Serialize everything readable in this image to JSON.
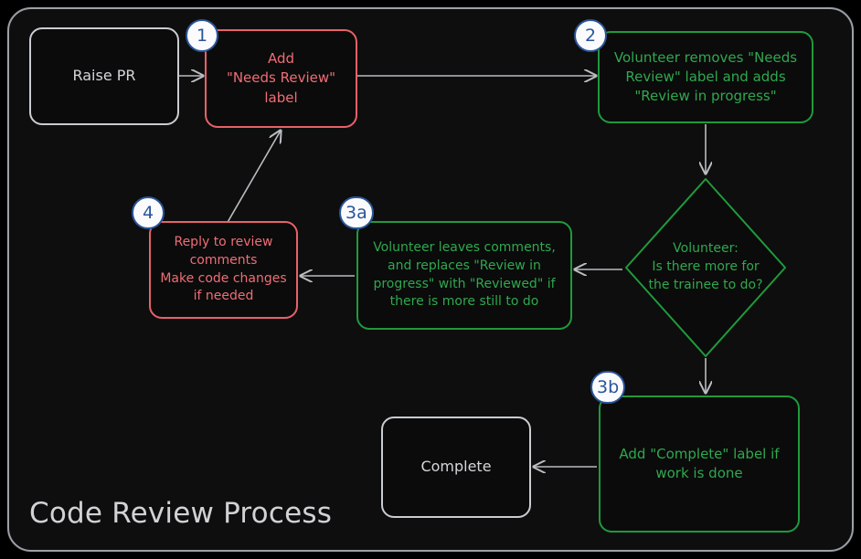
{
  "diagram": {
    "title": "Code Review Process",
    "colors": {
      "background": "#000000",
      "panel": "#0e0e0e",
      "frame_border": "#9aa0a6",
      "neutral": "#c9ccd1",
      "red": "#e8616a",
      "green": "#1f9a3c",
      "badge_border": "#2a5599",
      "badge_fill": "#fbfbfd",
      "edge": "#b9bcc0"
    },
    "nodes": [
      {
        "id": "raise-pr",
        "label": "Raise PR",
        "style": "neutral",
        "shape": "rounded-rect",
        "badge": null
      },
      {
        "id": "add-needs-review-label",
        "label": "Add\n\"Needs Review\"\nlabel",
        "style": "red",
        "shape": "rounded-rect",
        "badge": "1"
      },
      {
        "id": "volunteer-swaps-label",
        "label": "Volunteer removes \"Needs\nReview\" label and adds\n\"Review in progress\"",
        "style": "green",
        "shape": "rounded-rect",
        "badge": "2"
      },
      {
        "id": "volunteer-decision",
        "label": "Volunteer:\nIs there more for\nthe trainee to do?",
        "style": "green",
        "shape": "diamond",
        "badge": null
      },
      {
        "id": "volunteer-leaves-comments",
        "label": "Volunteer leaves comments,\nand replaces \"Review in\nprogress\" with \"Reviewed\" if\nthere is more still to do",
        "style": "green",
        "shape": "rounded-rect",
        "badge": "3a"
      },
      {
        "id": "reply-to-review-comments",
        "label": "Reply to review\ncomments\nMake code changes\nif needed",
        "style": "red",
        "shape": "rounded-rect",
        "badge": "4"
      },
      {
        "id": "add-complete-label",
        "label": "Add \"Complete\" label if\nwork is done",
        "style": "green",
        "shape": "rounded-rect",
        "badge": "3b"
      },
      {
        "id": "complete",
        "label": "Complete",
        "style": "neutral",
        "shape": "rounded-rect",
        "badge": null
      }
    ],
    "edges": [
      {
        "from": "raise-pr",
        "to": "add-needs-review-label",
        "label": ""
      },
      {
        "from": "add-needs-review-label",
        "to": "volunteer-swaps-label",
        "label": ""
      },
      {
        "from": "volunteer-swaps-label",
        "to": "volunteer-decision",
        "label": ""
      },
      {
        "from": "volunteer-decision",
        "to": "volunteer-leaves-comments",
        "label": ""
      },
      {
        "from": "volunteer-decision",
        "to": "add-complete-label",
        "label": ""
      },
      {
        "from": "volunteer-leaves-comments",
        "to": "reply-to-review-comments",
        "label": ""
      },
      {
        "from": "reply-to-review-comments",
        "to": "add-needs-review-label",
        "label": ""
      },
      {
        "from": "add-complete-label",
        "to": "complete",
        "label": ""
      }
    ]
  }
}
